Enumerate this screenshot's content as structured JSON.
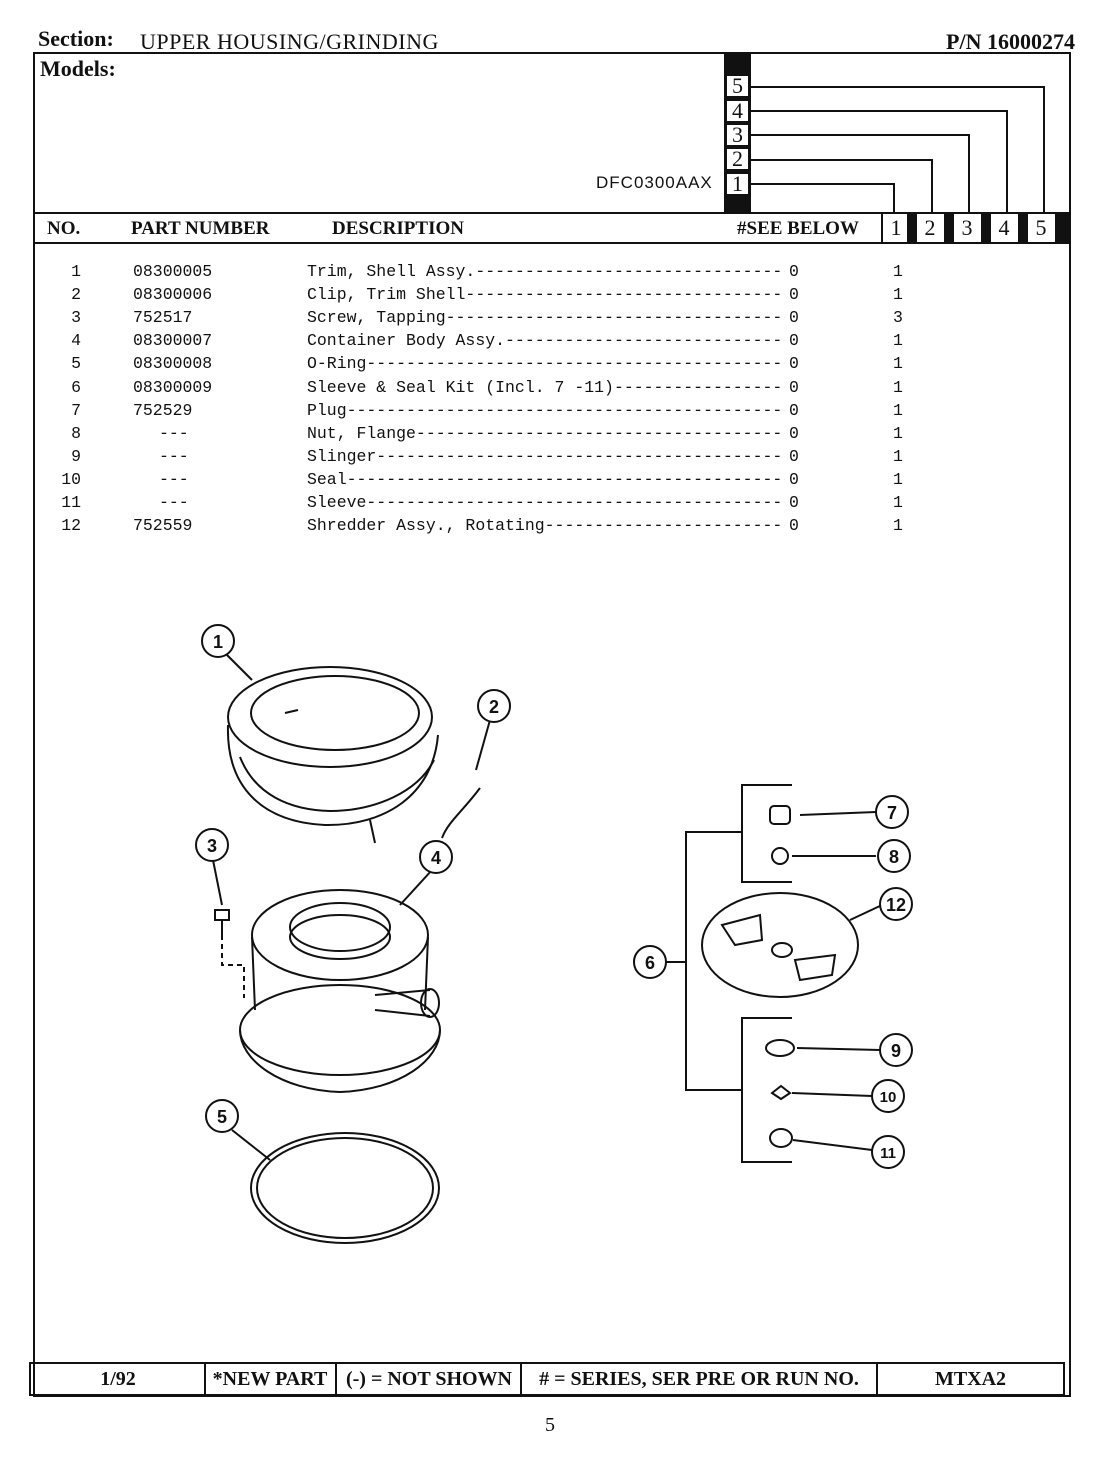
{
  "header": {
    "section_label": "Section:",
    "section_title": "UPPER HOUSING/GRINDING",
    "part_number": "P/N 16000274",
    "models_label": "Models:",
    "model_name": "DFC0300AAX",
    "model_series_boxes": [
      "5",
      "4",
      "3",
      "2",
      "1"
    ]
  },
  "columns": {
    "no": "NO.",
    "part_number": "PART NUMBER",
    "description": "DESCRIPTION",
    "see_below": "#SEE BELOW",
    "series": [
      "1",
      "2",
      "3",
      "4",
      "5"
    ]
  },
  "parts": [
    {
      "no": "1",
      "pn": "08300005",
      "desc": "Trim, Shell Assy.",
      "see": "0",
      "qty": "1"
    },
    {
      "no": "2",
      "pn": "08300006",
      "desc": "Clip, Trim Shell",
      "see": "0",
      "qty": "1"
    },
    {
      "no": "3",
      "pn": "752517",
      "desc": "Screw, Tapping",
      "see": "0",
      "qty": "3"
    },
    {
      "no": "4",
      "pn": "08300007",
      "desc": "Container Body Assy.",
      "see": "0",
      "qty": "1"
    },
    {
      "no": "5",
      "pn": "08300008",
      "desc": "O-Ring",
      "see": "0",
      "qty": "1"
    },
    {
      "no": "6",
      "pn": "08300009",
      "desc": "Sleeve & Seal Kit (Incl. 7 -11)",
      "see": "0",
      "qty": "1"
    },
    {
      "no": "7",
      "pn": "752529",
      "desc": "Plug",
      "see": "0",
      "qty": "1"
    },
    {
      "no": "8",
      "pn": "---",
      "desc": "Nut, Flange",
      "see": "0",
      "qty": "1"
    },
    {
      "no": "9",
      "pn": "---",
      "desc": "Slinger",
      "see": "0",
      "qty": "1"
    },
    {
      "no": "10",
      "pn": "---",
      "desc": "Seal",
      "see": "0",
      "qty": "1"
    },
    {
      "no": "11",
      "pn": "---",
      "desc": "Sleeve",
      "see": "0",
      "qty": "1"
    },
    {
      "no": "12",
      "pn": "752559",
      "desc": "Shredder Assy., Rotating",
      "see": "0",
      "qty": "1"
    }
  ],
  "callouts": [
    "1",
    "2",
    "3",
    "4",
    "5",
    "6",
    "7",
    "8",
    "9",
    "10",
    "11",
    "12"
  ],
  "footer": {
    "date": "1/92",
    "new_part": "*NEW PART",
    "not_shown": "(-) = NOT SHOWN",
    "series_note": "# = SERIES, SER PRE OR RUN NO.",
    "code": "MTXA2"
  },
  "page_number": "5"
}
